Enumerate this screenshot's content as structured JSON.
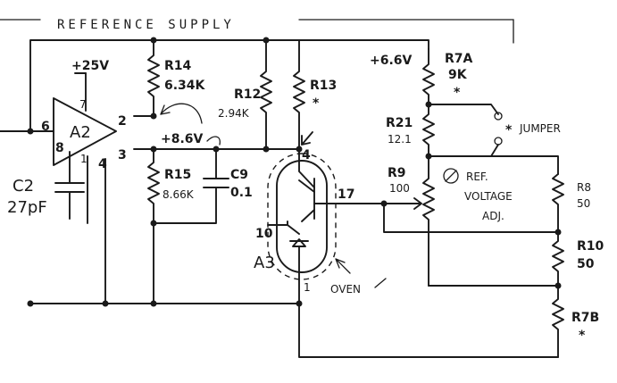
{
  "title": "REFERENCE SUPPLY",
  "op_amp": {
    "name": "A2",
    "pin_6": "6",
    "pin_7": "7",
    "pin_2": "2",
    "pin_3": "3",
    "pin_8": "8",
    "pin_1": "1",
    "pin_4": "4"
  },
  "supply_25v": "+25V",
  "supply_66v": "+6.6V",
  "node_86v": "+8.6V",
  "c2": {
    "name": "C2",
    "value": "27pF"
  },
  "r14": {
    "name": "R14",
    "value": "6.34K"
  },
  "r15": {
    "name": "R15",
    "value": "8.66K"
  },
  "c9": {
    "name": "C9",
    "value": "0.1"
  },
  "r12": {
    "name": "R12",
    "value": "2.94K"
  },
  "r13": {
    "name": "R13",
    "value": "*"
  },
  "a3": {
    "name": "A3",
    "pin_4": "4",
    "pin_17": "17",
    "pin_10": "10",
    "pin_1": "1",
    "oven_label": "OVEN"
  },
  "r7a": {
    "name": "R7A",
    "value": "9K",
    "star": "*"
  },
  "jumper_label": "JUMPER",
  "r21": {
    "name": "R21",
    "value": "12.1"
  },
  "r9": {
    "name": "R9",
    "value": "100"
  },
  "ref_adj": {
    "line1": "REF.",
    "line2": "VOLTAGE",
    "line3": "ADJ."
  },
  "r8": {
    "name": "R8",
    "value": "50"
  },
  "r10": {
    "name": "R10",
    "value": "50"
  },
  "r7b": {
    "name": "R7B",
    "star": "*"
  },
  "jumper_star": "*"
}
